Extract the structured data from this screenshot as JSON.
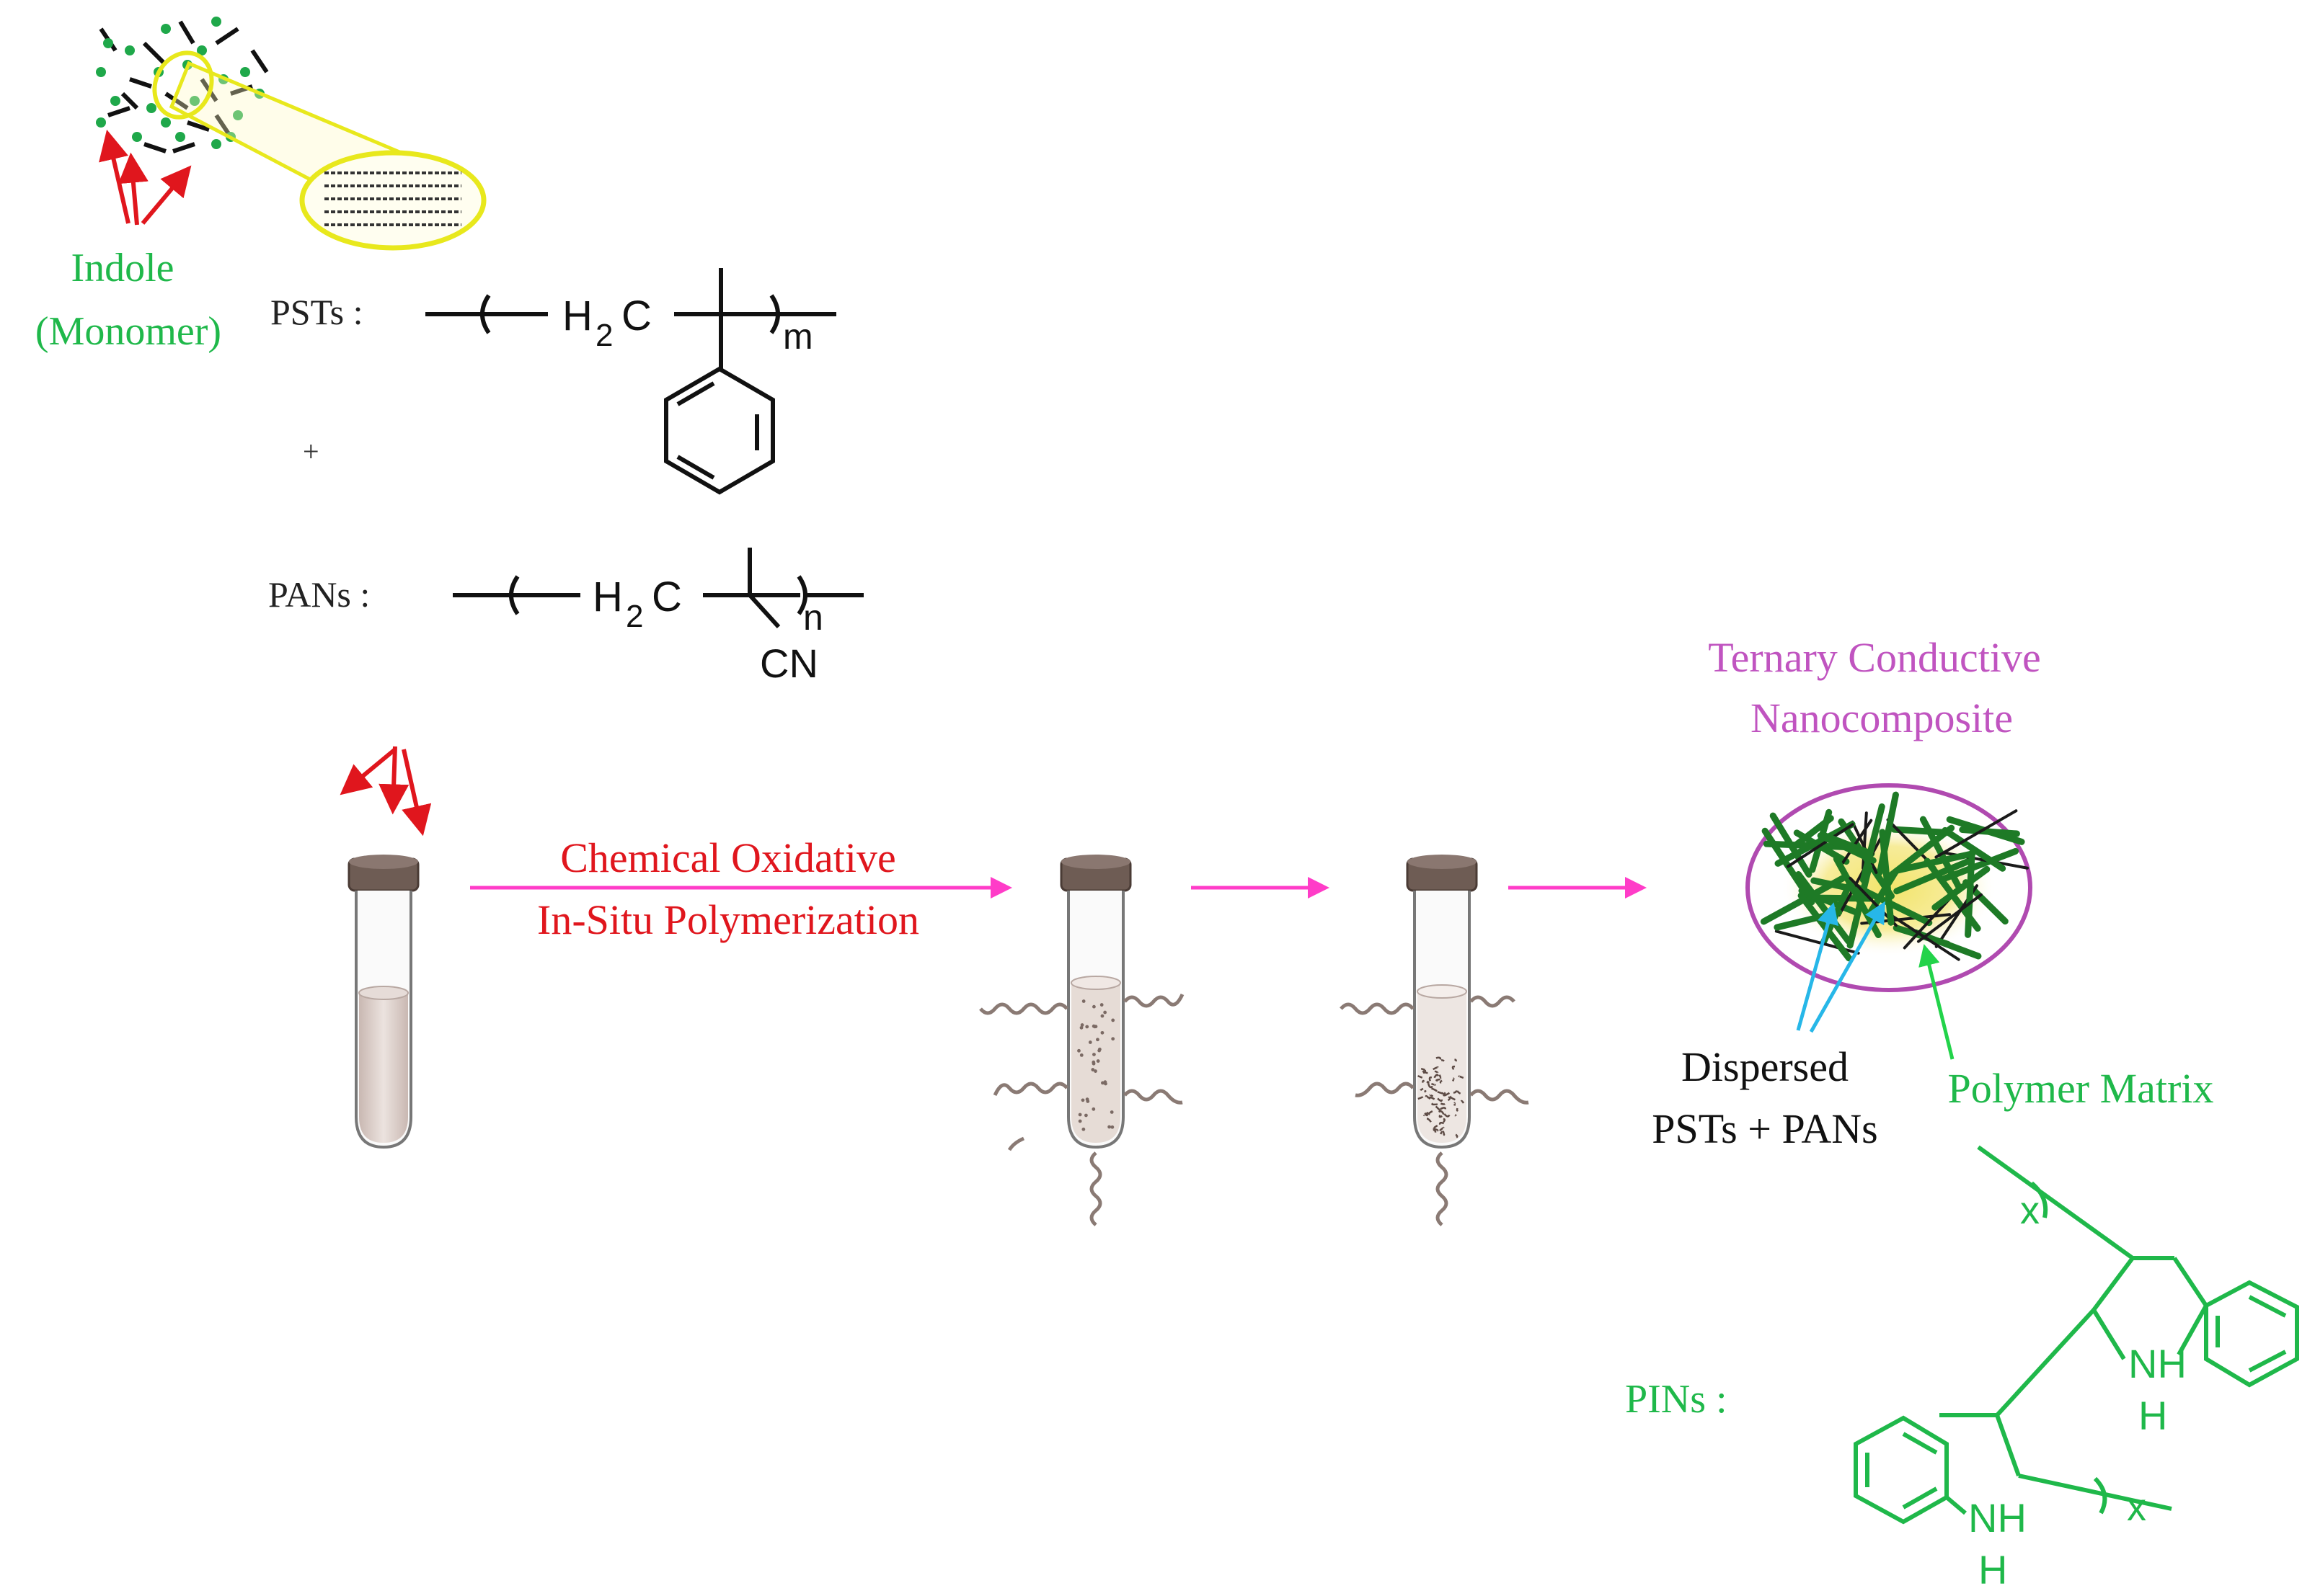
{
  "monomer": {
    "name": "Indole",
    "qualifier": "(Monomer)"
  },
  "psts": {
    "label": "PSTs :",
    "chain_group": "H",
    "chain_sub": "2",
    "chain_c": "C",
    "repeat": "m"
  },
  "plus": "+",
  "pans": {
    "label": "PANs :",
    "chain_group": "H",
    "chain_sub": "2",
    "chain_c": "C",
    "repeat": "n",
    "side_group": "CN"
  },
  "process": {
    "line1": "Chemical Oxidative",
    "line2": "In-Situ Polymerization"
  },
  "product": {
    "line1": "Ternary Conductive",
    "line2": "Nanocomposite"
  },
  "dispersed": {
    "line1": "Dispersed",
    "line2": "PSTs + PANs"
  },
  "matrix": "Polymer Matrix",
  "pins": {
    "label": "PINs :",
    "nh": "NH",
    "h": "H",
    "repeat": "x"
  },
  "colors": {
    "green_text": "#1fb84a",
    "red": "#e0161d",
    "magenta": "#ff3cc8",
    "purple": "#c054c0",
    "yellow": "#e8e81c",
    "cyan": "#27b7e8",
    "fiber_green": "#1e7a26"
  }
}
